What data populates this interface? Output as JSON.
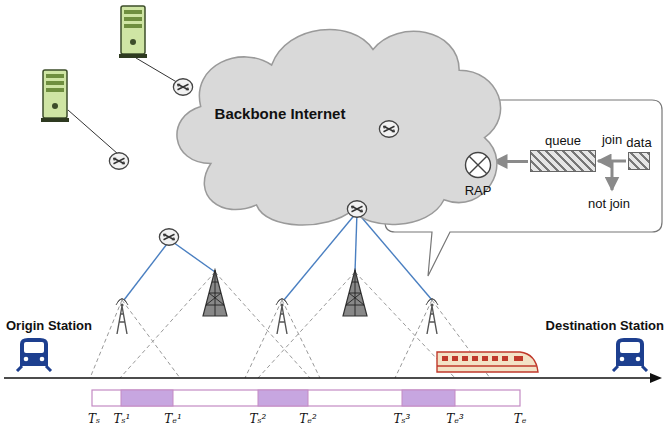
{
  "diagram": {
    "nodes": [
      {
        "text": [
          "Backbone Internet"
        ]
      },
      {
        "text": [
          "RAP"
        ]
      },
      {
        "text": [
          "queue"
        ]
      },
      {
        "text": [
          "data"
        ]
      }
    ],
    "edges": [
      {
        "from": 3,
        "to": 2,
        "arrow": "to",
        "label": "join"
      },
      {
        "from": 2,
        "to": 1,
        "arrow": "to"
      }
    ],
    "labels": [
      "not join",
      "Origin Station",
      "Destination Station",
      "Tₛ",
      "Tₛ¹",
      "Tₑ¹",
      "Tₛ²",
      "Tₑ²",
      "Tₛ³",
      "Tₑ³",
      "Tₑ"
    ]
  }
}
